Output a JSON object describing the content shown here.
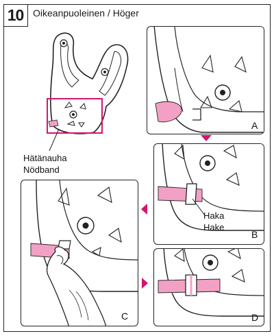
{
  "step": {
    "number": "10",
    "title": "Oikeanpuoleinen / Höger"
  },
  "labels": {
    "emergency_strap_fi": "Hätänauha",
    "emergency_strap_sv": "Nödband",
    "hook_fi": "Haka",
    "hook_sv": "Hake"
  },
  "panels": [
    {
      "letter": "A"
    },
    {
      "letter": "B"
    },
    {
      "letter": "C"
    },
    {
      "letter": "D"
    }
  ],
  "colors": {
    "strap_pink": "#f2a1c4",
    "accent_magenta": "#d4146e",
    "line": "#222222"
  }
}
